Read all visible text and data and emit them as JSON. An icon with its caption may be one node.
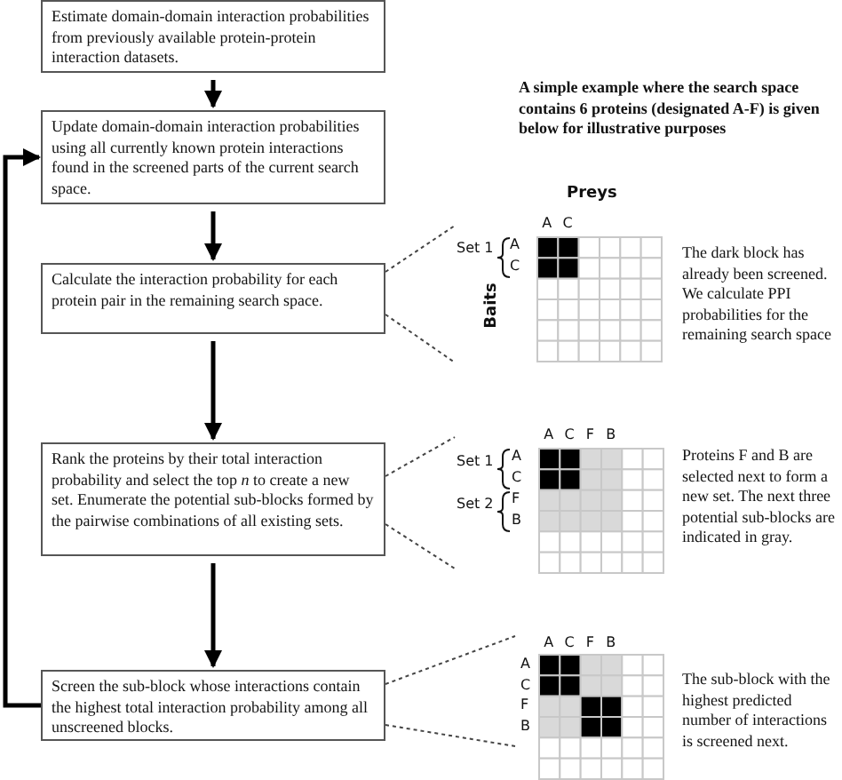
{
  "diagram": {
    "nodes": [
      {
        "text": [
          "Estimate domain-domain interaction probabilities from previously available protein-protein interaction datasets."
        ]
      },
      {
        "text": [
          "Update domain-domain interaction probabilities using all currently known protein interactions found in the screened parts of the current search space."
        ]
      },
      {
        "text": [
          "Calculate the interaction probability for each protein pair in the remaining search space."
        ]
      },
      {
        "text": [
          "Rank the proteins by their total interaction probability and select the top *n* to create a new set. Enumerate the potential sub-blocks formed by the pairwise combinations of all existing sets."
        ]
      },
      {
        "text": [
          "Screen the sub-block whose interactions contain the highest total interaction probability among all unscreened blocks."
        ]
      },
      {
        "text": [],
        "shape": "grid",
        "beside": [
          "The dark block has already been screened. We calculate PPI probabilities for the remaining search space"
        ]
      },
      {
        "text": [],
        "shape": "grid",
        "beside": [
          "Proteins F and B are selected next to form a new set. The next three potential sub-blocks are indicated in gray."
        ]
      },
      {
        "text": [],
        "shape": "grid",
        "beside": [
          "The sub-block with the highest predicted number of interactions is screened next."
        ]
      }
    ],
    "edges": [
      {
        "from": 0,
        "to": 1,
        "arrow": "to",
        "style": "thick"
      },
      {
        "from": 1,
        "to": 2,
        "arrow": "to",
        "style": "thick"
      },
      {
        "from": 2,
        "to": 3,
        "arrow": "to",
        "style": "thick"
      },
      {
        "from": 3,
        "to": 4,
        "arrow": "to",
        "style": "thick"
      },
      {
        "from": 4,
        "to": 1,
        "arrow": "to",
        "style": "thick"
      },
      {
        "from": 2,
        "to": 5,
        "arrow": "none",
        "style": "dashed"
      },
      {
        "from": 2,
        "to": 5,
        "arrow": "none",
        "style": "dashed"
      },
      {
        "from": 3,
        "to": 6,
        "arrow": "none",
        "style": "dashed"
      },
      {
        "from": 3,
        "to": 6,
        "arrow": "none",
        "style": "dashed"
      },
      {
        "from": 4,
        "to": 7,
        "arrow": "none",
        "style": "dashed"
      },
      {
        "from": 4,
        "to": 7,
        "arrow": "none",
        "style": "dashed"
      }
    ],
    "labels": [
      "A simple example where the search space contains 6 proteins (designated A-F) is given below for illustrative purposes",
      "Preys",
      "A",
      "C",
      "Set 1",
      "A",
      "C",
      "Baits",
      "A",
      "C",
      "F",
      "B",
      "Set 1",
      "A",
      "C",
      "Set 2",
      "F",
      "B",
      "A",
      "C",
      "F",
      "B",
      "A",
      "C",
      "F",
      "B"
    ]
  }
}
